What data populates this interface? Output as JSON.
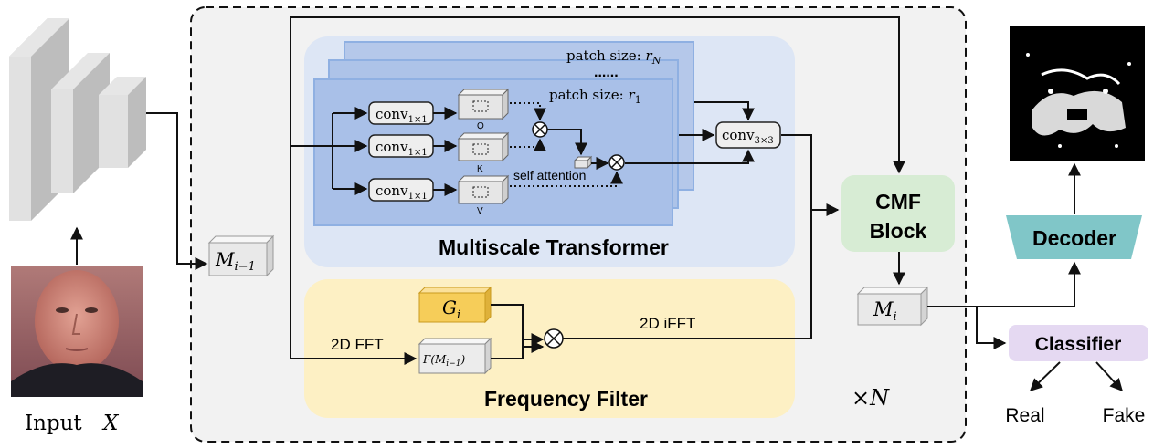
{
  "input": {
    "label": "Input",
    "var": "X"
  },
  "prev_feature": {
    "main": "M",
    "sub": "i−1"
  },
  "transformer": {
    "title": "Multiscale Transformer",
    "patch_top": {
      "text": "patch  size:",
      "var": "r",
      "sub": "N"
    },
    "dots": "......",
    "patch_front": {
      "text": "patch  size:",
      "var": "r",
      "sub": "1"
    },
    "conv_1x1": {
      "main": "conv",
      "sub": "1×1"
    },
    "q_label": "Q",
    "k_label": "K",
    "v_label": "V",
    "self_attention": "self attention",
    "conv_3x3": {
      "main": "conv",
      "sub": "3×3"
    }
  },
  "frequency": {
    "title": "Frequency Filter",
    "fft": "2D FFT",
    "ifft": "2D iFFT",
    "g": {
      "main": "G",
      "sub": "i"
    },
    "f": {
      "text": "F(M",
      "sub": "i−1",
      "close": ")"
    }
  },
  "repeat": {
    "times": "×",
    "var": "N"
  },
  "cmf": {
    "line1": "CMF",
    "line2": "Block"
  },
  "out_feature": {
    "main": "M",
    "sub": "i"
  },
  "decoder": "Decoder",
  "classifier": "Classifier",
  "real": "Real",
  "fake": "Fake",
  "colors": {
    "transformer_bg": "#dde6f5",
    "patch_fill": "#a9c0e8",
    "frequency_bg": "#fdf0c4",
    "g_box": "#f6cd59",
    "cmf": "#d7ecd4",
    "decoder": "#80c6c8",
    "classifier": "#e5d9f2"
  }
}
